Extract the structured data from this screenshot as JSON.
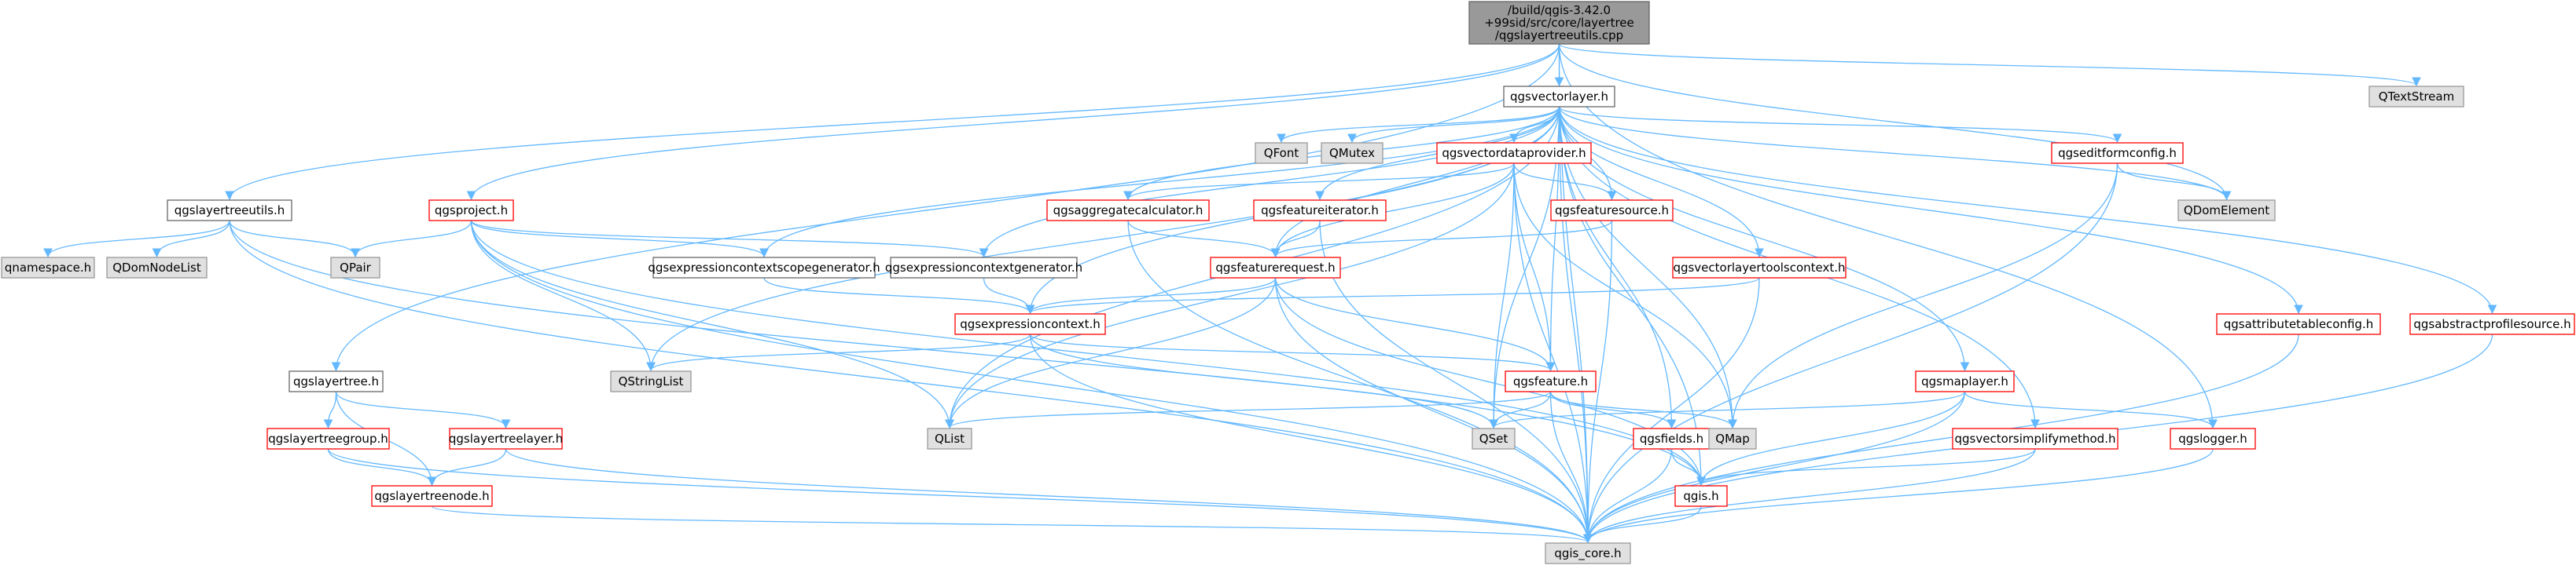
{
  "colors": {
    "edge": "#63b8ff",
    "border_plain": "#666666",
    "border_red": "#ff0000",
    "fill_root": "#999999",
    "fill_plain": "#ffffff",
    "fill_external": "#e0e0e0",
    "text": "#000000"
  },
  "graph": {
    "root": {
      "name": "root-file-node",
      "lines": [
        "/build/qgis-3.42.0",
        "+99sid/src/core/layertree",
        "/qgslayertreeutils.cpp"
      ],
      "kind": "root"
    },
    "nodes": [
      {
        "name": "node-qgsvectorlayer-h",
        "label": "qgsvectorlayer.h",
        "kind": "plain"
      },
      {
        "name": "node-qtextstream",
        "label": "QTextStream",
        "kind": "external"
      },
      {
        "name": "node-qfont",
        "label": "QFont",
        "kind": "external"
      },
      {
        "name": "node-qmutex",
        "label": "QMutex",
        "kind": "external"
      },
      {
        "name": "node-qgsvectordataprovider-h",
        "label": "qgsvectordataprovider.h",
        "kind": "red"
      },
      {
        "name": "node-qgseditformconfig-h",
        "label": "qgseditformconfig.h",
        "kind": "red"
      },
      {
        "name": "node-qgslayertreeutils-h",
        "label": "qgslayertreeutils.h",
        "kind": "plain"
      },
      {
        "name": "node-qgsproject-h",
        "label": "qgsproject.h",
        "kind": "red"
      },
      {
        "name": "node-qgsaggregatecalculator-h",
        "label": "qgsaggregatecalculator.h",
        "kind": "red"
      },
      {
        "name": "node-qgsfeatureiterator-h",
        "label": "qgsfeatureiterator.h",
        "kind": "red"
      },
      {
        "name": "node-qgsfeaturesource-h",
        "label": "qgsfeaturesource.h",
        "kind": "red"
      },
      {
        "name": "node-qdomelement",
        "label": "QDomElement",
        "kind": "external"
      },
      {
        "name": "node-qnamespace-h",
        "label": "qnamespace.h",
        "kind": "external"
      },
      {
        "name": "node-qdomnodelist",
        "label": "QDomNodeList",
        "kind": "external"
      },
      {
        "name": "node-qpair",
        "label": "QPair",
        "kind": "external"
      },
      {
        "name": "node-qgsexpressioncontextscopegenerator-h",
        "label": "qgsexpressioncontextscopegenerator.h",
        "kind": "plain"
      },
      {
        "name": "node-qgsexpressioncontextgenerator-h",
        "label": "qgsexpressioncontextgenerator.h",
        "kind": "plain"
      },
      {
        "name": "node-qgsfeaturerequest-h",
        "label": "qgsfeaturerequest.h",
        "kind": "red"
      },
      {
        "name": "node-qgsvectorlayertoolscontext-h",
        "label": "qgsvectorlayertoolscontext.h",
        "kind": "red"
      },
      {
        "name": "node-qgsattributetableconfig-h",
        "label": "qgsattributetableconfig.h",
        "kind": "red"
      },
      {
        "name": "node-qgsabstractprofilesource-h",
        "label": "qgsabstractprofilesource.h",
        "kind": "red"
      },
      {
        "name": "node-qgsexpressioncontext-h",
        "label": "qgsexpressioncontext.h",
        "kind": "red"
      },
      {
        "name": "node-qgslayertree-h",
        "label": "qgslayertree.h",
        "kind": "plain"
      },
      {
        "name": "node-qstringlist",
        "label": "QStringList",
        "kind": "external"
      },
      {
        "name": "node-qgsfeature-h",
        "label": "qgsfeature.h",
        "kind": "red"
      },
      {
        "name": "node-qgsmaplayer-h",
        "label": "qgsmaplayer.h",
        "kind": "red"
      },
      {
        "name": "node-qgslayertreegroup-h",
        "label": "qgslayertreegroup.h",
        "kind": "red"
      },
      {
        "name": "node-qgslayertreelayer-h",
        "label": "qgslayertreelayer.h",
        "kind": "red"
      },
      {
        "name": "node-qlist",
        "label": "QList",
        "kind": "external"
      },
      {
        "name": "node-qset",
        "label": "QSet",
        "kind": "external"
      },
      {
        "name": "node-qgsfields-h",
        "label": "qgsfields.h",
        "kind": "red"
      },
      {
        "name": "node-qmap",
        "label": "QMap",
        "kind": "external"
      },
      {
        "name": "node-qgsvectorsimplifymethod-h",
        "label": "qgsvectorsimplifymethod.h",
        "kind": "red"
      },
      {
        "name": "node-qgslogger-h",
        "label": "qgslogger.h",
        "kind": "red"
      },
      {
        "name": "node-qgslayertreenode-h",
        "label": "qgslayertreenode.h",
        "kind": "red"
      },
      {
        "name": "node-qgis-h",
        "label": "qgis.h",
        "kind": "red"
      },
      {
        "name": "node-qgis-core-h",
        "label": "qgis_core.h",
        "kind": "external"
      }
    ]
  }
}
